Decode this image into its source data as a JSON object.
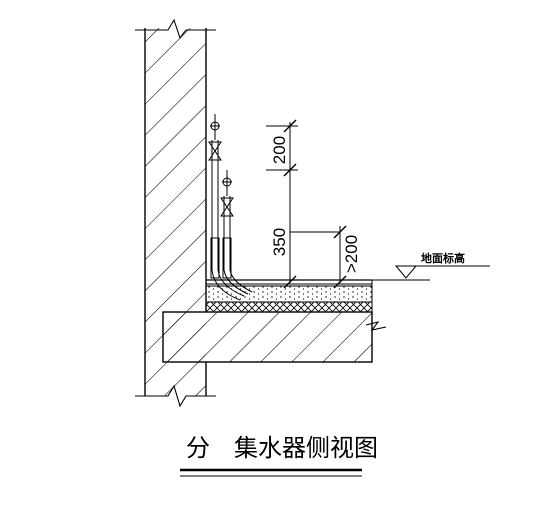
{
  "diagram": {
    "title_left": "分",
    "title_right": "集水器侧视图",
    "dim_upper": "200",
    "dim_lower": "350",
    "dim_right": ">200",
    "floor_label": "地面标高"
  }
}
